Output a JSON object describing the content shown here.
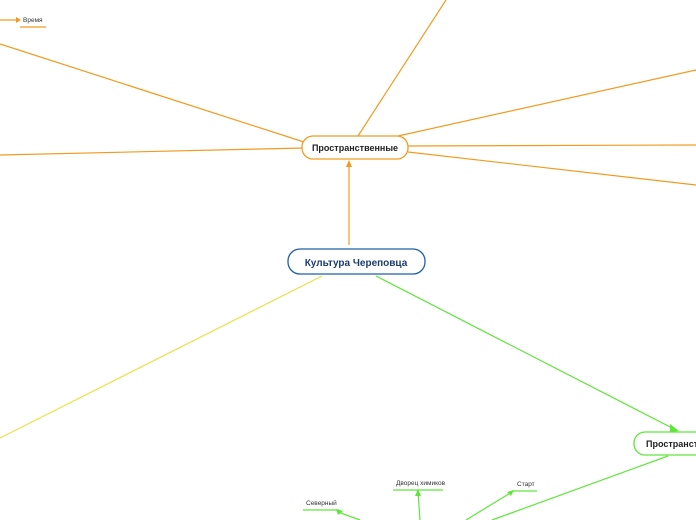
{
  "central": {
    "label": "Культура Череповца",
    "color": "#1f5fa6"
  },
  "main_topic": {
    "label": "Пространственные",
    "color": "#f39a1e"
  },
  "sub_topic_right": {
    "label": "Пространственные",
    "color": "#5ee63a"
  },
  "leaves": {
    "time": "Время",
    "north": "Северный",
    "palace": "Дворец химиков",
    "start": "Старт"
  },
  "colors": {
    "orange": "#f39a1e",
    "green": "#5ee63a",
    "yellow": "#dde84a"
  }
}
